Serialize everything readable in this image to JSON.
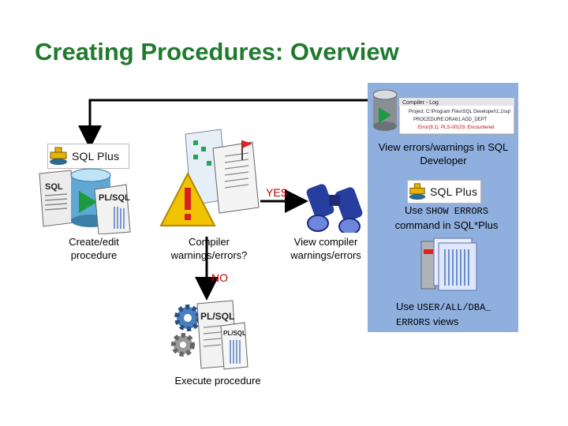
{
  "title": "Creating Procedures: Overview",
  "steps": {
    "create": "Create/edit procedure",
    "compiler": "Compiler warnings/errors?",
    "view": "View compiler warnings/errors",
    "execute": "Execute procedure"
  },
  "decisions": {
    "yes": "YES",
    "no": "NO"
  },
  "panel": {
    "item1": "View errors/warnings in SQL Developer",
    "item2_prefix": "Use ",
    "item2_code": "SHOW ERRORS",
    "item2_suffix": "command in SQL*Plus",
    "item3_prefix": "Use ",
    "item3_code": "USER/ALL/DBA_ ERRORS",
    "item3_suffix": "views"
  },
  "badges": {
    "sqlplus": "SQL Plus"
  },
  "icon_labels": {
    "plsql": "PL/SQL",
    "sql": "SQL"
  },
  "compiler_log": {
    "title": "Compiler - Log",
    "lines": [
      "Project: C:\\Program Files\\SQL Developer\\1.1\\sql",
      "PROCEDURE:ORA61:ADD_DEPT",
      "Error(9,1): PLS-00103: Encountered"
    ]
  },
  "colors": {
    "title": "#1f7a2e",
    "panel": "#8fb0df",
    "arrow": "#000000",
    "warning": "#f2c300"
  }
}
